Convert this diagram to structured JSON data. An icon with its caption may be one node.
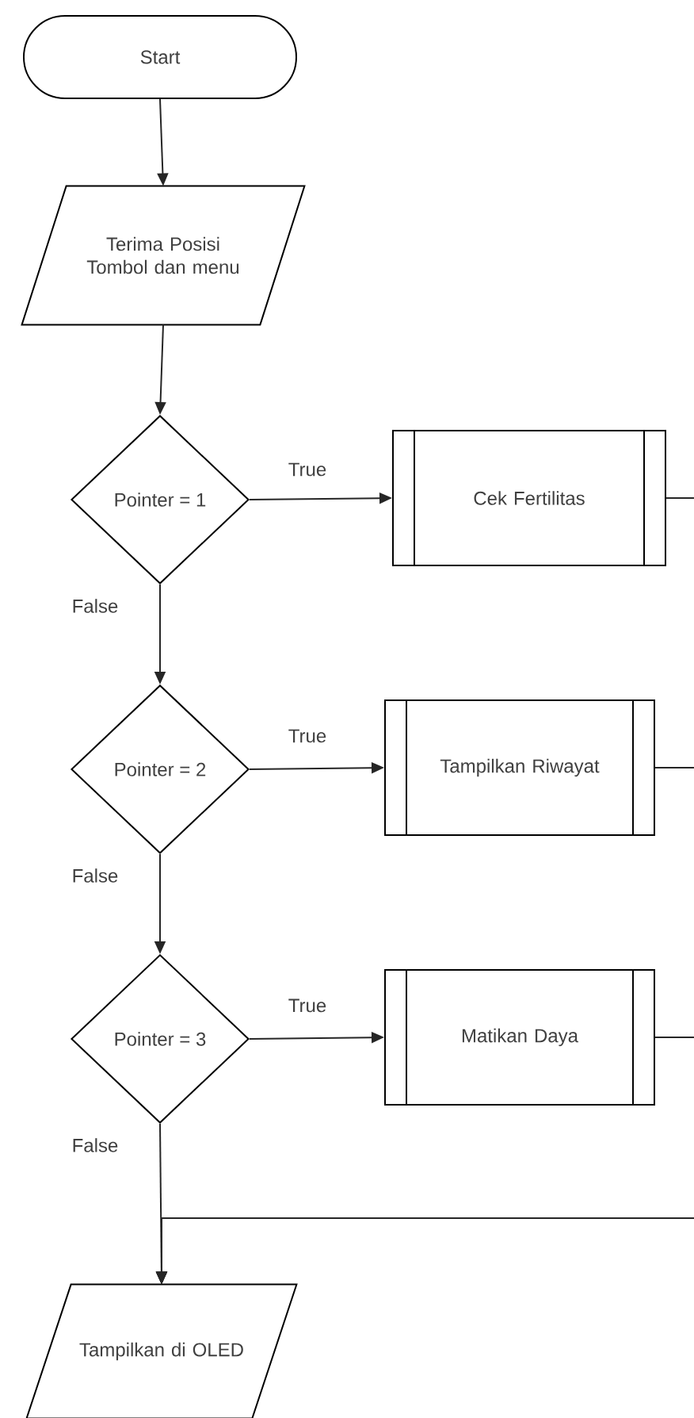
{
  "diagram": {
    "nodes": [
      {
        "text": [
          "Start"
        ]
      },
      {
        "text": [
          "Terima Posisi Tombol dan menu"
        ]
      },
      {
        "text": [
          "Pointer = 1"
        ]
      },
      {
        "text": [
          "Cek Fertilitas"
        ]
      },
      {
        "text": [
          "Pointer = 2"
        ]
      },
      {
        "text": [
          "Tampilkan Riwayat"
        ]
      },
      {
        "text": [
          "Pointer = 3"
        ]
      },
      {
        "text": [
          "Matikan Daya"
        ]
      },
      {
        "text": [
          "Tampilkan di OLED"
        ]
      }
    ],
    "edges": [
      {
        "from": 0,
        "to": 1,
        "arrow": "to"
      },
      {
        "from": 1,
        "to": 2,
        "arrow": "to"
      },
      {
        "from": 2,
        "to": 3,
        "arrow": "to",
        "label": "True"
      },
      {
        "from": 2,
        "to": 4,
        "arrow": "to",
        "label": "False"
      },
      {
        "from": 4,
        "to": 5,
        "arrow": "to",
        "label": "True"
      },
      {
        "from": 4,
        "to": 6,
        "arrow": "to",
        "label": "False"
      },
      {
        "from": 6,
        "to": 7,
        "arrow": "to",
        "label": "True"
      },
      {
        "from": 6,
        "to": 8,
        "arrow": "to",
        "label": "False"
      },
      {
        "from": 3,
        "to": 8,
        "arrow": "to"
      },
      {
        "from": 5,
        "to": 8,
        "arrow": "to"
      },
      {
        "from": 7,
        "to": 8,
        "arrow": "to"
      }
    ]
  }
}
